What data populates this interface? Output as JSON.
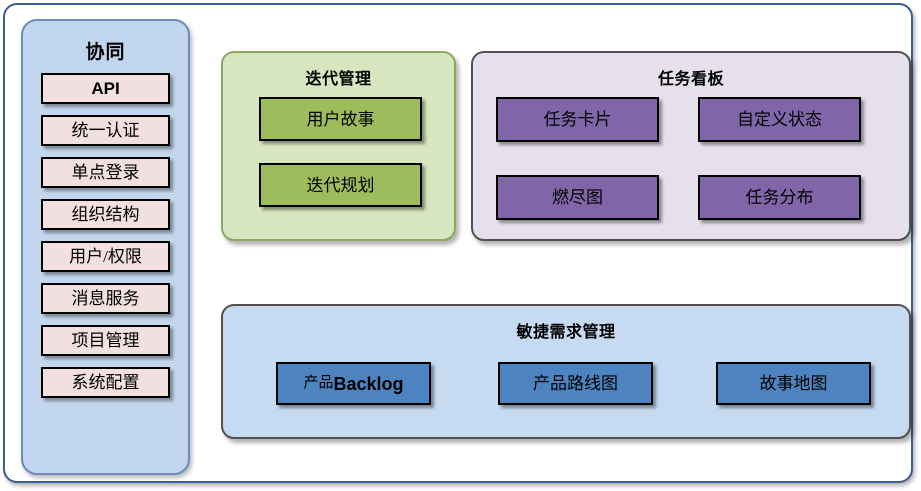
{
  "diagram": {
    "sidebar": {
      "title": "协同",
      "items": [
        {
          "label": "API",
          "style": "latin"
        },
        {
          "label": "统一认证",
          "style": "cjk"
        },
        {
          "label": "单点登录",
          "style": "cjk"
        },
        {
          "label": "组织结构",
          "style": "cjk"
        },
        {
          "label": "用户/权限",
          "style": "cjk"
        },
        {
          "label": "消息服务",
          "style": "cjk"
        },
        {
          "label": "项目管理",
          "style": "cjk"
        },
        {
          "label": "系统配置",
          "style": "cjk"
        }
      ]
    },
    "panels": {
      "iteration": {
        "title": "迭代管理",
        "nodes": [
          {
            "label": "用户故事"
          },
          {
            "label": "迭代规划"
          }
        ]
      },
      "taskboard": {
        "title": "任务看板",
        "nodes": [
          {
            "label": "任务卡片"
          },
          {
            "label": "自定义状态"
          },
          {
            "label": "燃尽图"
          },
          {
            "label": "任务分布"
          }
        ]
      },
      "agile": {
        "title": "敏捷需求管理",
        "nodes": [
          {
            "label_cn": "产品",
            "label_en": "Backlog"
          },
          {
            "label": "产品路线图"
          },
          {
            "label": "故事地图"
          }
        ]
      }
    },
    "colors": {
      "frame_border": "#3d5f92",
      "sidebar_bg": "#c2d6ed",
      "sidebar_border": "#6b8cbd",
      "sidebar_item_bg": "#f2dfdf",
      "iteration_bg": "#d8e6c0",
      "iteration_border": "#8ca964",
      "iteration_node_bg": "#9dbd5d",
      "taskboard_bg": "#e6e0ec",
      "taskboard_border": "#55504f",
      "taskboard_node_bg": "#8066a8",
      "agile_bg": "#c6dbf1",
      "agile_border": "#55504f",
      "agile_node_bg": "#4d83c1",
      "node_border": "#000000"
    }
  }
}
